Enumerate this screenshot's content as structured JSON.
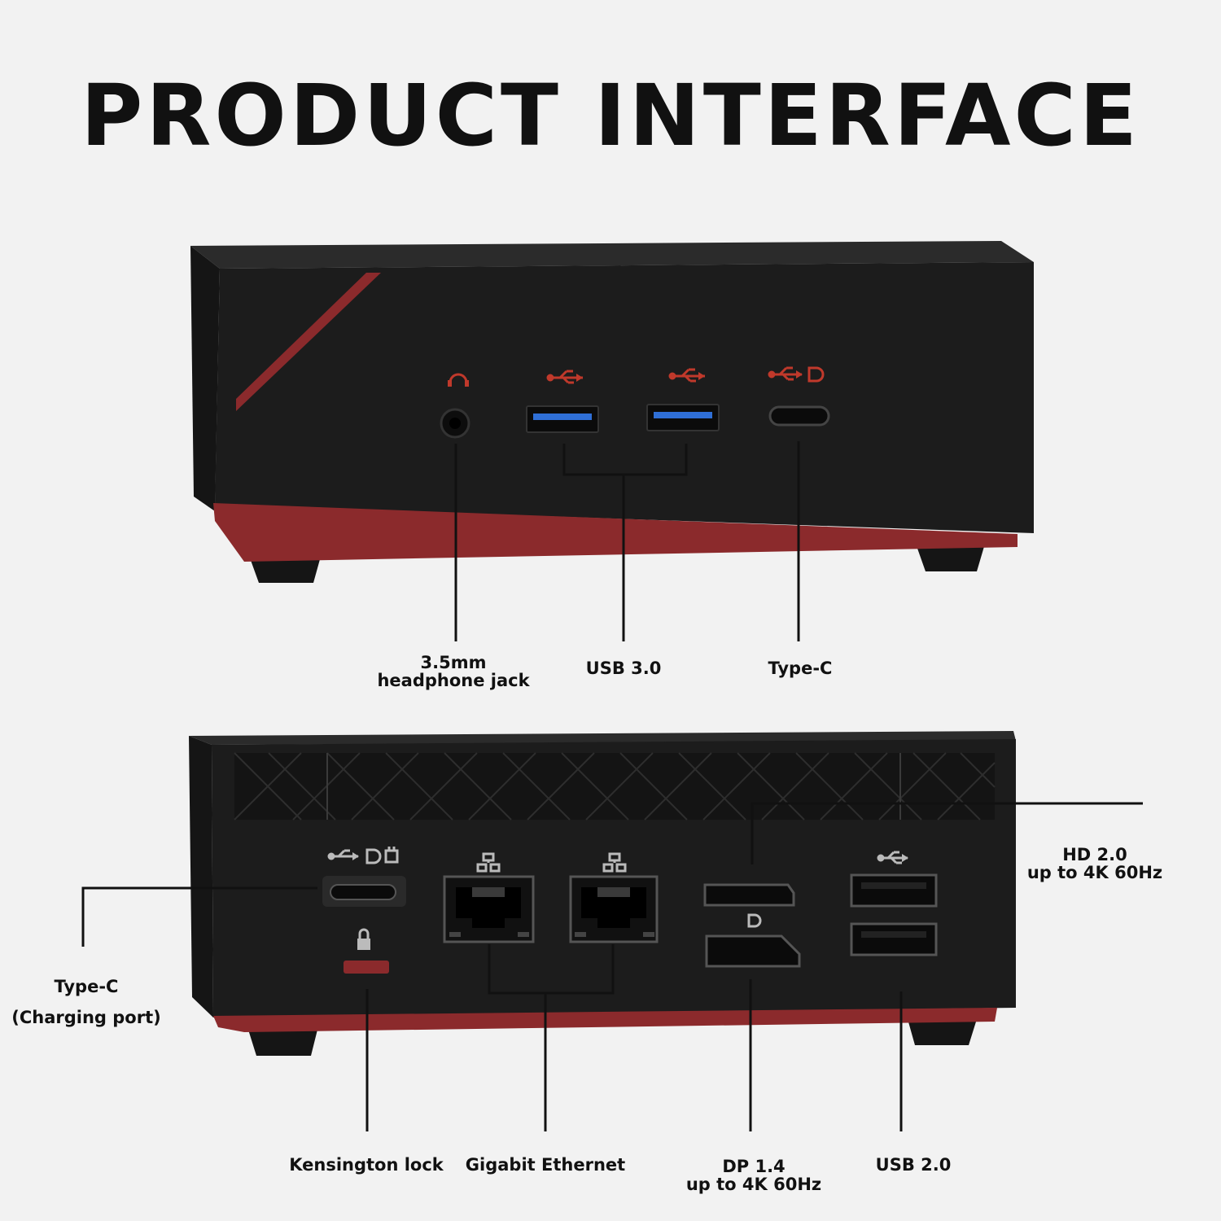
{
  "title": "PRODUCT INTERFACE",
  "front_panel": {
    "ports": [
      {
        "id": "audio",
        "icon": "headphone-icon",
        "label_lines": [
          "3.5mm",
          "headphone jack"
        ]
      },
      {
        "id": "usb3",
        "icon": "usb-icon",
        "label_lines": [
          "USB 3.0"
        ]
      },
      {
        "id": "typec",
        "icon": "usb-displayport-icon",
        "label_lines": [
          "Type-C"
        ]
      }
    ]
  },
  "rear_panel": {
    "ports": [
      {
        "id": "typec_charge",
        "icon": "usb-displayport-power-icon",
        "label_lines": [
          "Type-C",
          "(Charging port)"
        ]
      },
      {
        "id": "kensington",
        "icon": "lock-icon",
        "label_lines": [
          "Kensington lock"
        ]
      },
      {
        "id": "ethernet",
        "icon": "network-icon",
        "label_lines": [
          "Gigabit Ethernet"
        ]
      },
      {
        "id": "hdmi",
        "icon": "hdmi-icon",
        "label_lines": [
          "HD 2.0",
          "up to 4K 60Hz"
        ]
      },
      {
        "id": "dp",
        "icon": "displayport-icon",
        "label_lines": [
          "DP 1.4",
          "up to 4K 60Hz"
        ]
      },
      {
        "id": "usb2",
        "icon": "usb-icon",
        "label_lines": [
          "USB 2.0"
        ]
      }
    ]
  },
  "colors": {
    "background": "#f2f2f2",
    "chassis": "#1c1c1c",
    "chassis_top": "#2a2a2a",
    "accent_red": "#8b2a2c",
    "icon_red": "#c0392b",
    "usb_blue": "#2f6fd6"
  }
}
